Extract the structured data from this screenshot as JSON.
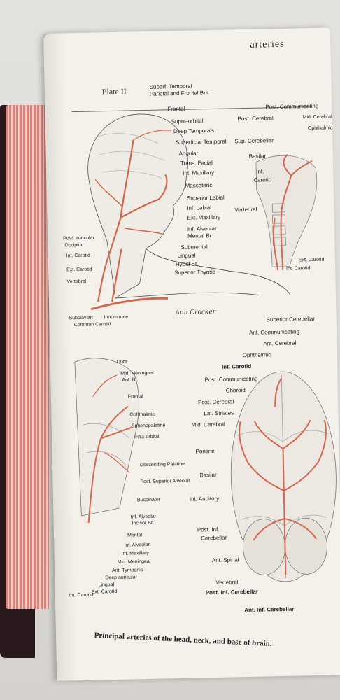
{
  "header": {
    "title": "arteries",
    "plate": "Plate II"
  },
  "caption": "Principal arteries of the head, neck, and base of brain.",
  "signature": "Ann Crocker",
  "figure1": {
    "labels": [
      "Superf. Temporal",
      "Parietal and Frontal Brs.",
      "Frontal",
      "Supra-orbital",
      "Deep Temporals",
      "Superficial Temporal",
      "Angular",
      "Trans. Facial",
      "Int. Maxillary",
      "Masseteric",
      "Superior Labial",
      "Inf. Labial",
      "Ext. Maxillary",
      "Inf. Alveolar",
      "Mental Br.",
      "Submental",
      "Lingual",
      "Hyoid Br.",
      "Superior Thyroid",
      "Post. auricular",
      "Occipital",
      "Int. Carotid",
      "Ext. Carotid",
      "Vertebral",
      "Subclavian",
      "Common Carotid",
      "Innominate"
    ]
  },
  "figure2": {
    "labels": [
      "Post. Communicating",
      "Post. Cerebral",
      "Mid. Cerebral",
      "Ophthalmic",
      "Sup. Cerebellar",
      "Basilar",
      "Inf.",
      "Carotid",
      "Vertebral",
      "Ext. Carotid",
      "Int. Carotid"
    ]
  },
  "figure3": {
    "labels": [
      "Dura",
      "Mid. Meningeal",
      "Ant. Br.",
      "Frontal",
      "Ophthalmic",
      "Sphenopalatine",
      "Infra-orbital",
      "Descending Palatine",
      "Post. Superior Alveolar",
      "Buccinator",
      "Inf. Alveolar",
      "Incisor Br.",
      "Mental",
      "Inf. Alveolar",
      "Int. Maxillary",
      "Mid. Meningeal",
      "Ant. Tympanic",
      "Deep auricular",
      "Lingual",
      "Ext. Carotid",
      "Int. Carotid"
    ]
  },
  "figure4": {
    "labels": [
      "Superior Cerebellar",
      "Ant. Communicating",
      "Ant. Cerebral",
      "Ophthalmic",
      "Int. Carotid",
      "Post. Communicating",
      "Choroid",
      "Post. Cerebral",
      "Lat. Striates",
      "Mid. Cerebral",
      "Pontine",
      "Basilar",
      "Int. Auditory",
      "Post. Inf.",
      "Cerebellar",
      "Ant. Spinal",
      "Vertebral",
      "Post. Inf. Cerebellar",
      "Ant. Inf. Cerebellar"
    ]
  },
  "colors": {
    "artery": "#d2674e",
    "ink": "#222222",
    "page": "#f4f1ea",
    "edge": "#d9827c"
  }
}
